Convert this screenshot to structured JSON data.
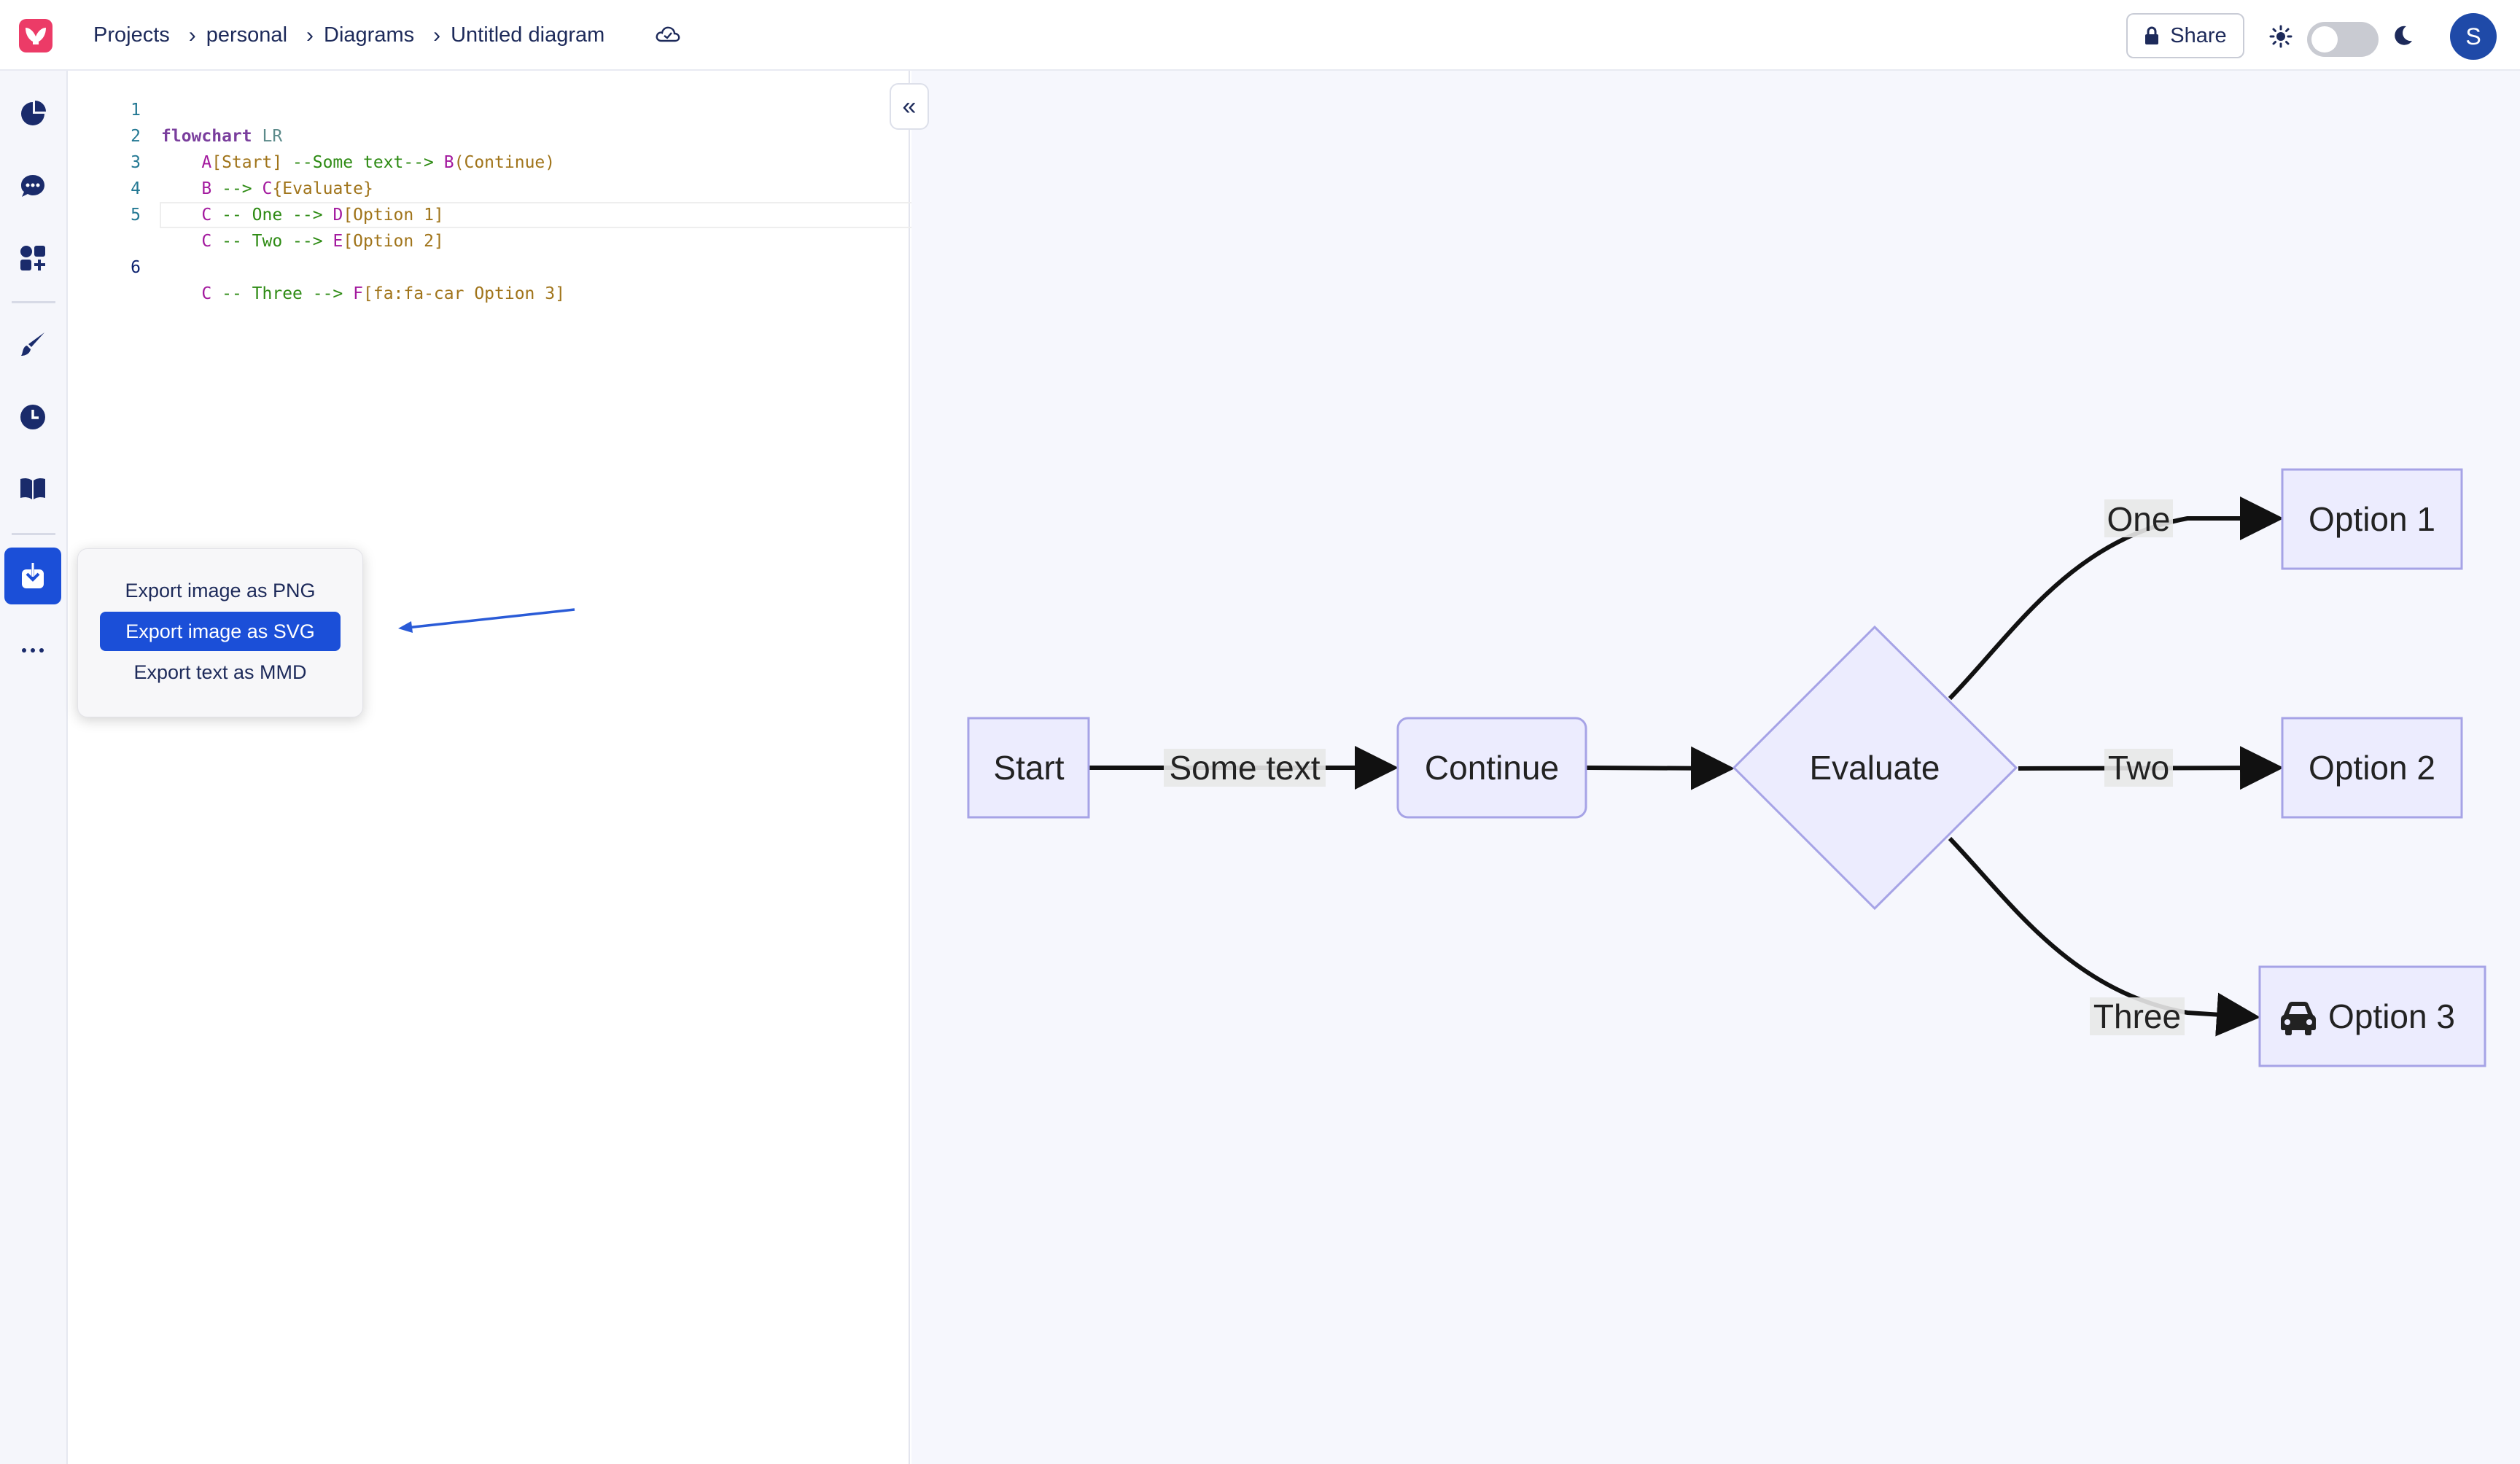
{
  "header": {
    "breadcrumbs": [
      "Projects",
      "personal",
      "Diagrams",
      "Untitled diagram"
    ],
    "share_label": "Share",
    "avatar_initial": "S"
  },
  "sidebar": {
    "items": [
      "diagram-icon",
      "chat-icon",
      "plugins-icon",
      "brush-icon",
      "history-icon",
      "docs-icon",
      "export-icon",
      "more-icon"
    ]
  },
  "editor": {
    "lines": [
      {
        "n": "1"
      },
      {
        "n": "2"
      },
      {
        "n": "3"
      },
      {
        "n": "4"
      },
      {
        "n": "5"
      },
      {
        "n": "6"
      }
    ],
    "tokens": {
      "l1_kw": "flowchart",
      "l1_dir": "LR",
      "l2_a": "A",
      "l2_lbl1": "[Start]",
      "l2_ar": "--Some text-->",
      "l2_b": "B",
      "l2_lbl2": "(Continue)",
      "l3_b": "B",
      "l3_ar": "-->",
      "l3_c": "C",
      "l3_lbl": "{Evaluate}",
      "l4_c": "C",
      "l4_ar": "-- One -->",
      "l4_d": "D",
      "l4_lbl": "[Option 1]",
      "l5_c": "C",
      "l5_ar": "-- Two -->",
      "l5_e": "E",
      "l5_lbl": "[Option 2]",
      "l6_c": "C",
      "l6_ar": "-- Three -->",
      "l6_f": "F",
      "l6_lbl": "[fa:fa-car Option 3]"
    }
  },
  "export_menu": {
    "items": [
      "Export image as PNG",
      "Export image as SVG",
      "Export text as MMD"
    ],
    "selected_index": 1
  },
  "diagram": {
    "nodes": {
      "start": "Start",
      "continue": "Continue",
      "evaluate": "Evaluate",
      "option1": "Option 1",
      "option2": "Option 2",
      "option3": "Option 3"
    },
    "edges": {
      "some_text": "Some text",
      "one": "One",
      "two": "Two",
      "three": "Three"
    },
    "colors": {
      "node_fill": "#ececfe",
      "node_stroke": "#a6a3e6",
      "edge": "#111111"
    }
  }
}
